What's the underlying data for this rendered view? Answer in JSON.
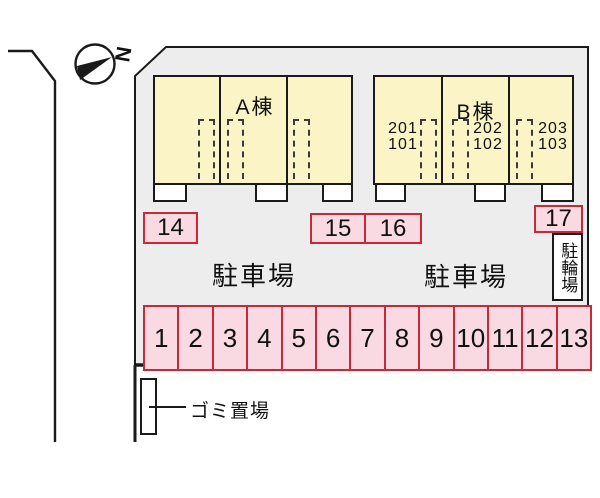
{
  "compass": {
    "north_label": "N"
  },
  "buildings": {
    "a": {
      "label": "A棟"
    },
    "b": {
      "label": "B棟",
      "rooms": [
        {
          "upper": "201",
          "lower": "101"
        },
        {
          "upper": "202",
          "lower": "102"
        },
        {
          "upper": "203",
          "lower": "103"
        }
      ]
    }
  },
  "parking": {
    "area_label": "駐車場",
    "row_spots": [
      "1",
      "2",
      "3",
      "4",
      "5",
      "6",
      "7",
      "8",
      "9",
      "10",
      "11",
      "12",
      "13"
    ],
    "spot14": "14",
    "spot15": "15",
    "spot16": "16",
    "spot17": "17"
  },
  "bicycle_parking": {
    "label": "駐輪場"
  },
  "garbage_area": {
    "label": "ゴミ置場"
  },
  "colors": {
    "site_fill": "#ededed",
    "building_fill": "#fbf4c6",
    "outline": "#1a1a1a",
    "parking_fill": "#f9d9e2",
    "parking_border": "#c5293a"
  }
}
